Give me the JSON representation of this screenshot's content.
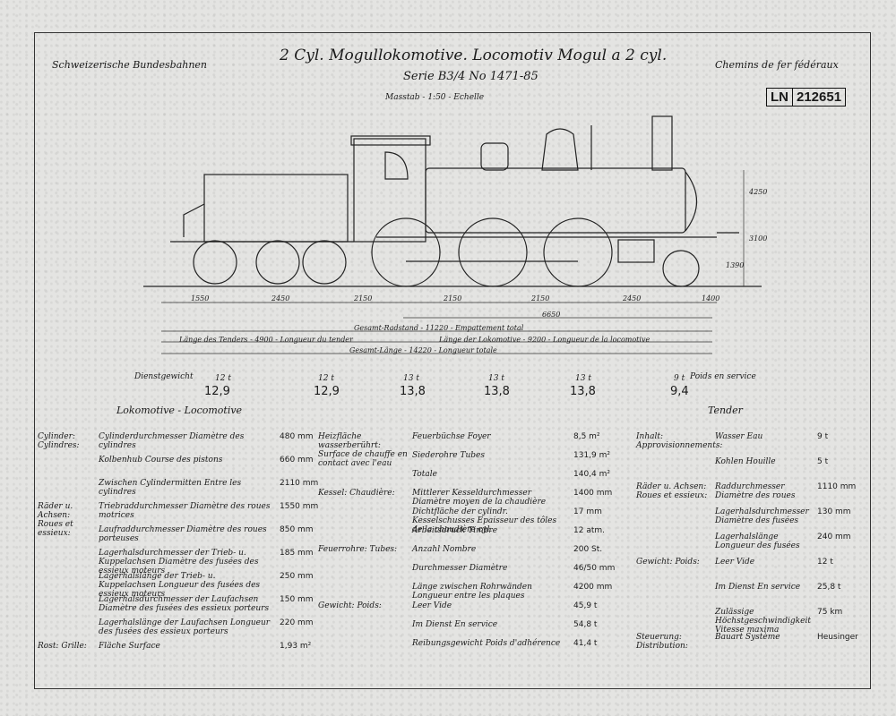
{
  "header": {
    "left": "Schweizerische Bundesbahnen",
    "right": "Chemins de fer fédéraux",
    "title": "2 Cyl. Mogullokomotive. Locomotiv Mogul a 2 cyl.",
    "series": "Serie B3/4 No 1471-85",
    "scale": "Masstab - 1:50 - Echelle",
    "stamp_prefix": "LN",
    "stamp_number": "212651"
  },
  "dims": {
    "bottom": [
      "1550",
      "2450",
      "2150",
      "2150",
      "2150",
      "2450",
      "1400"
    ],
    "total_6650": "6650",
    "radstand": "Gesamt-Radstand - 11220 - Empattement total",
    "laenge_tender": "Länge des Tenders - 4900 - Longueur du tender",
    "laenge_lok": "Länge der Lokomotive - 9200 - Longueur de la locomotive",
    "gesamt_laenge": "Gesamt-Länge - 14220 - Longueur totale",
    "h1": "4250",
    "h2": "3100",
    "h3": "1390"
  },
  "weights": {
    "label": "Dienstgewicht",
    "label_fr": "Poids en service",
    "items": [
      {
        "printed": "12 t",
        "hand": "12,9"
      },
      {
        "printed": "12 t",
        "hand": "12,9"
      },
      {
        "printed": "13 t",
        "hand": "13,8"
      },
      {
        "printed": "13 t",
        "hand": "13,8"
      },
      {
        "printed": "13 t",
        "hand": "13,8"
      },
      {
        "printed": "9 t",
        "hand": "9,4"
      }
    ]
  },
  "sections": {
    "lok": "Lokomotive - Locomotive",
    "tender": "Tender"
  },
  "col1": [
    {
      "group": "Cylinder: Cylindres:",
      "label": "Cylinderdurchmesser Diamètre des cylindres",
      "value": "480 mm"
    },
    {
      "group": "",
      "label": "Kolbenhub Course des pistons",
      "value": "660 mm"
    },
    {
      "group": "",
      "label": "Zwischen Cylindermitten Entre les cylindres",
      "value": "2110 mm"
    },
    {
      "group": "Räder u. Achsen: Roues et essieux:",
      "label": "Triebraddurchmesser Diamètre des roues motrices",
      "value": "1550 mm"
    },
    {
      "group": "",
      "label": "Laufraddurchmesser Diamètre des roues porteuses",
      "value": "850 mm"
    },
    {
      "group": "",
      "label": "Lagerhalsdurchmesser der Trieb- u. Kuppelachsen Diamètre des fusées des essieux moteurs",
      "value": "185 mm"
    },
    {
      "group": "",
      "label": "Lagerhalslänge der Trieb- u. Kuppelachsen Longueur des fusées des essieux moteurs",
      "value": "250 mm"
    },
    {
      "group": "",
      "label": "Lagerhalsdurchmesser der Laufachsen Diamètre des fusées des essieux porteurs",
      "value": "150 mm"
    },
    {
      "group": "",
      "label": "Lagerhalslänge der Laufachsen Longueur des fusées des essieux porteurs",
      "value": "220 mm"
    },
    {
      "group": "Rost: Grille:",
      "label": "Fläche Surface",
      "value": "1,93 m²"
    }
  ],
  "col2": [
    {
      "group": "Heizfläche wasserberührt: Surface de chauffe en contact avec l'eau",
      "label": "Feuerbüchse Foyer",
      "value": "8,5 m²"
    },
    {
      "group": "",
      "label": "Siederohre Tubes",
      "value": "131,9 m²"
    },
    {
      "group": "",
      "label": "Totale",
      "value": "140,4 m²"
    },
    {
      "group": "Kessel: Chaudière:",
      "label": "Mittlerer Kesseldurchmesser Diamètre moyen de la chaudière",
      "value": "1400 mm"
    },
    {
      "group": "",
      "label": "Dichtfläche der cylindr. Kesselschusses Epaisseur des tôles de la chaudière cyl.",
      "value": "17 mm"
    },
    {
      "group": "",
      "label": "Arbeitsdruck Timbre",
      "value": "12 atm."
    },
    {
      "group": "Feuerrohre: Tubes:",
      "label": "Anzahl Nombre",
      "value": "200 St."
    },
    {
      "group": "",
      "label": "Durchmesser Diamètre",
      "value": "46/50 mm"
    },
    {
      "group": "",
      "label": "Länge zwischen Rohrwänden Longueur entre les plaques",
      "value": "4200 mm"
    },
    {
      "group": "Gewicht: Poids:",
      "label": "Leer Vide",
      "value": "45,9 t"
    },
    {
      "group": "",
      "label": "Im Dienst En service",
      "value": "54,8 t"
    },
    {
      "group": "",
      "label": "Reibungsgewicht Poids d'adhérence",
      "value": "41,4 t"
    }
  ],
  "col3": [
    {
      "group": "Inhalt: Approvisionnements:",
      "label": "Wasser Eau",
      "value": "9 t"
    },
    {
      "group": "",
      "label": "Kohlen Houille",
      "value": "5 t"
    },
    {
      "group": "Räder u. Achsen: Roues et essieux:",
      "label": "Raddurchmesser Diamètre des roues",
      "value": "1110 mm"
    },
    {
      "group": "",
      "label": "Lagerhalsdurchmesser Diamètre des fusées",
      "value": "130 mm"
    },
    {
      "group": "",
      "label": "Lagerhalslänge Longueur des fusées",
      "value": "240 mm"
    },
    {
      "group": "Gewicht: Poids:",
      "label": "Leer Vide",
      "value": "12 t"
    },
    {
      "group": "",
      "label": "Im Dienst En service",
      "value": "25,8 t"
    },
    {
      "group": "",
      "label": "Zulässige Höchstgeschwindigkeit Vitesse maxima",
      "value": "75 km"
    },
    {
      "group": "Steuerung: Distribution:",
      "label": "Bauart Système",
      "value": "Heusinger"
    }
  ]
}
